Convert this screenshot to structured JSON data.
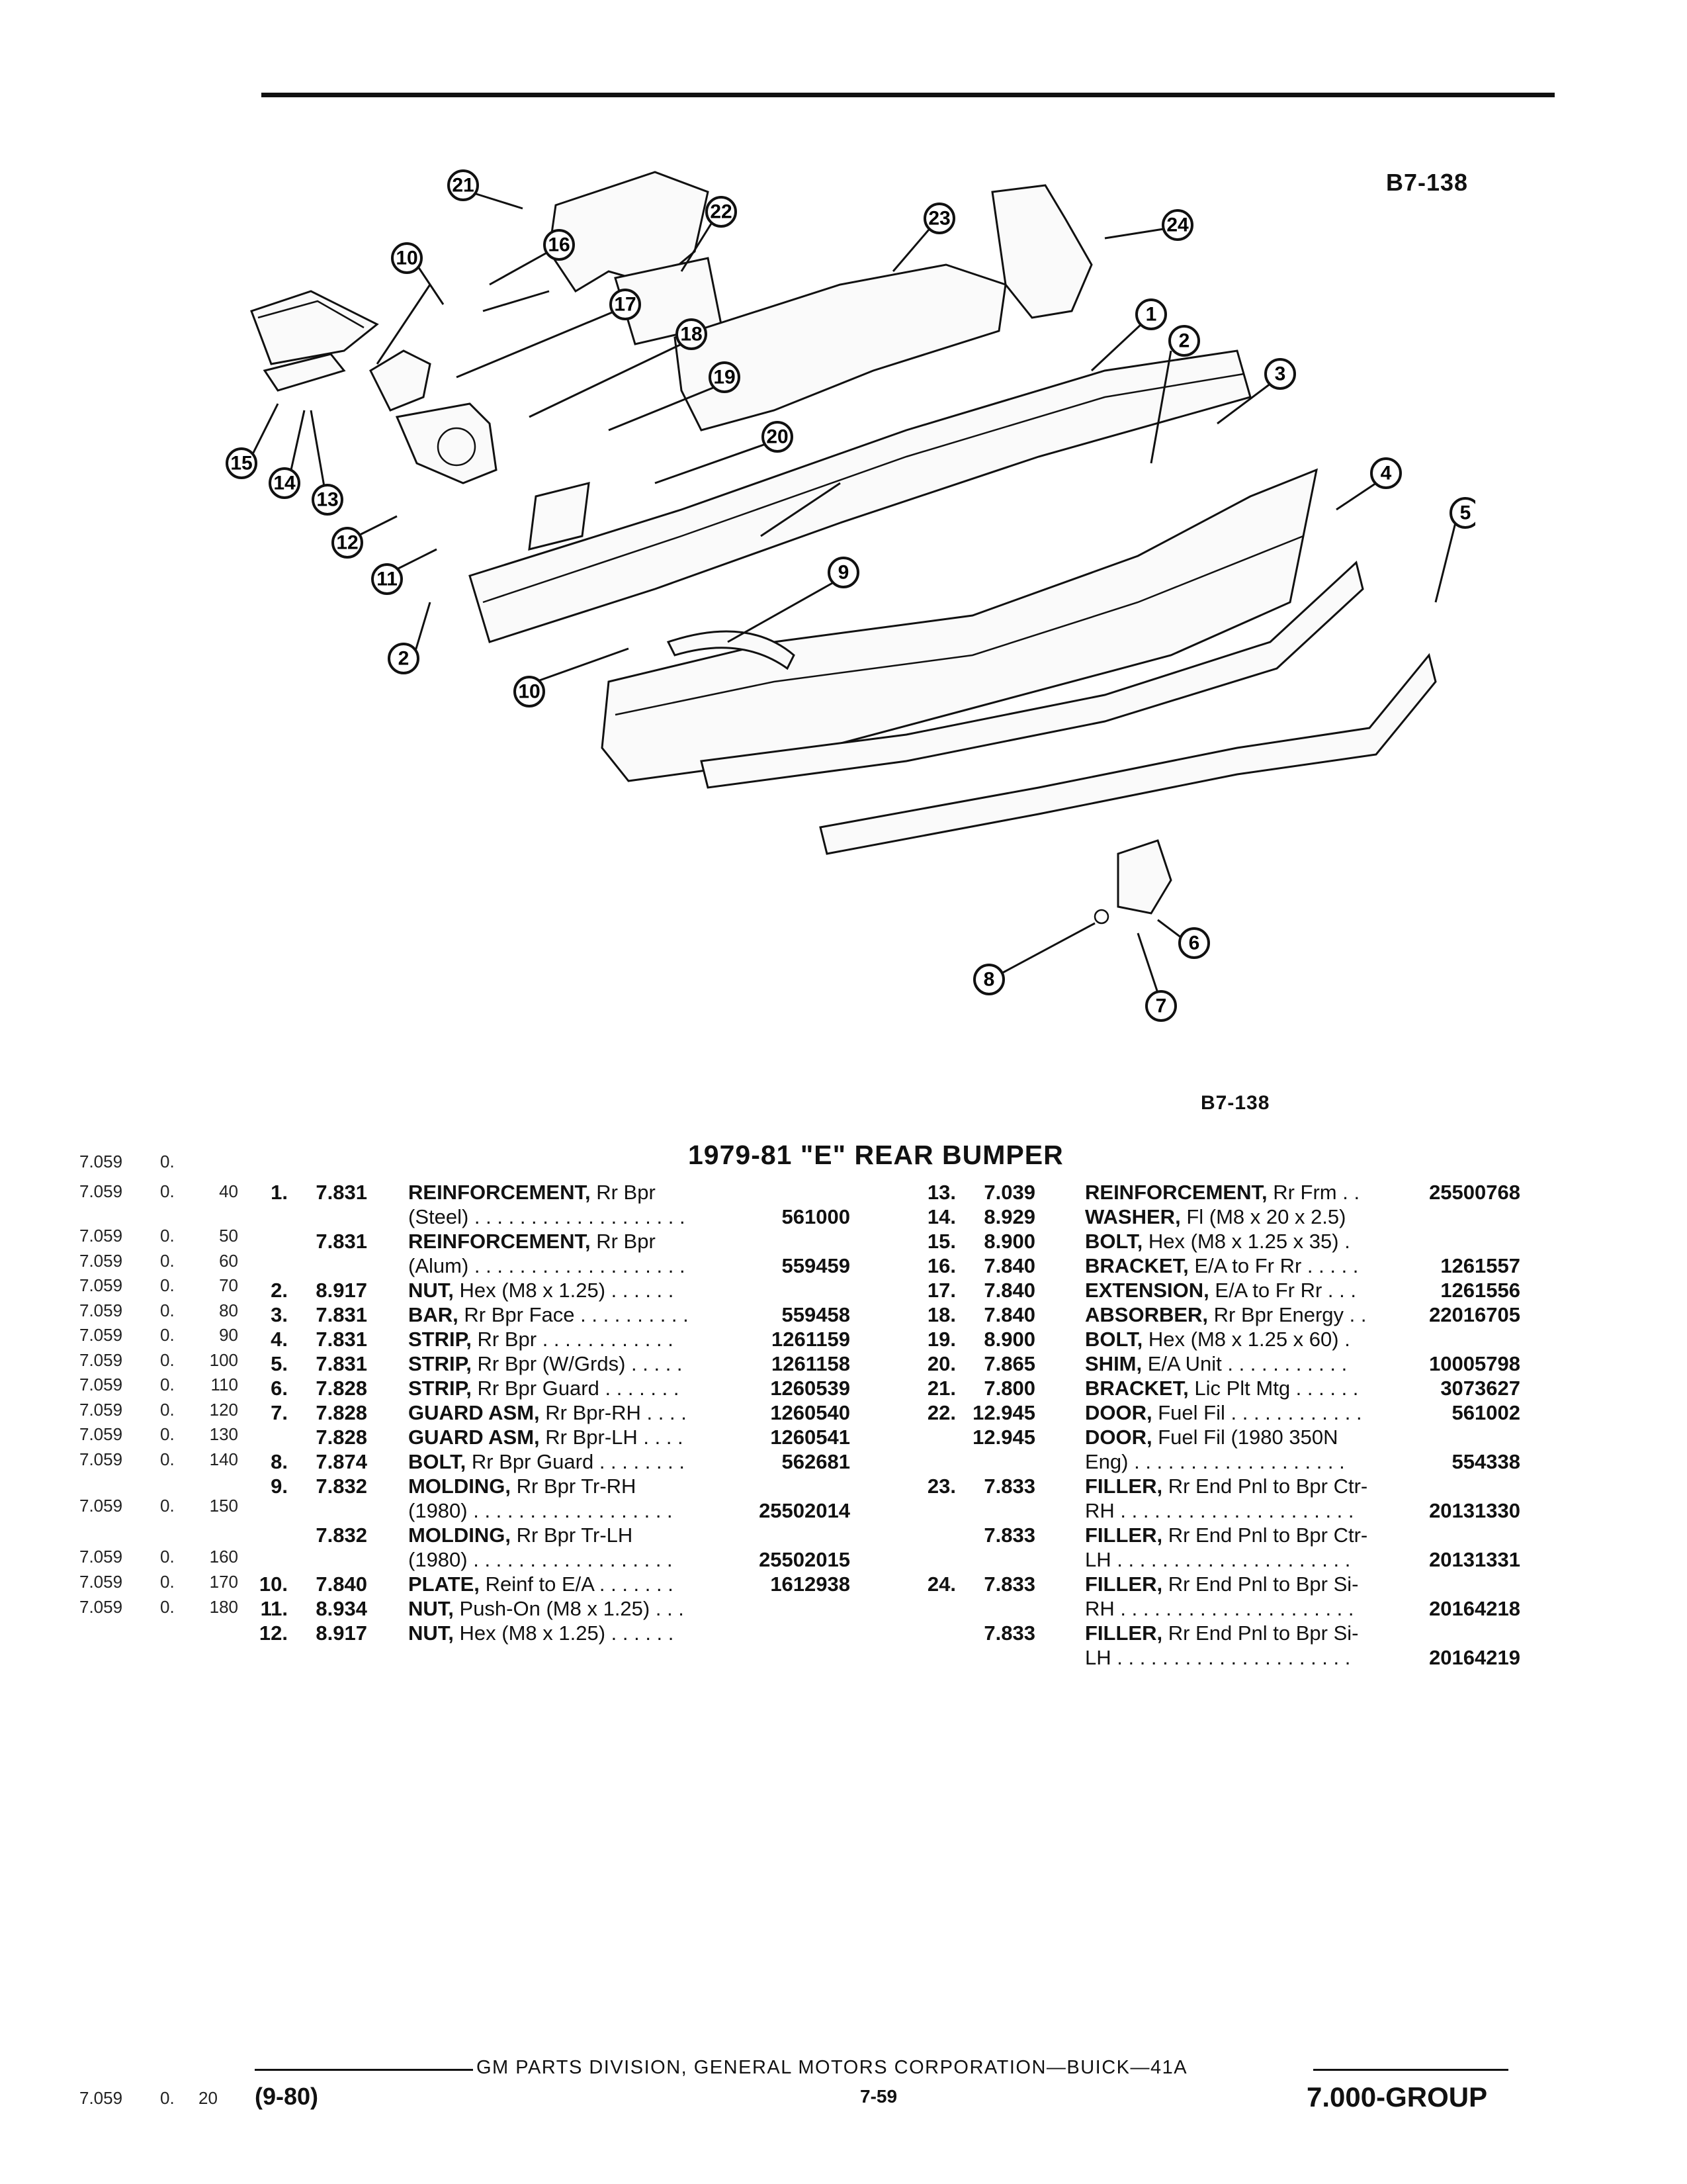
{
  "figure_code": "B7-138",
  "title": "1979-81 \"E\" REAR BUMPER",
  "callouts": [
    "1",
    "2",
    "3",
    "4",
    "5",
    "6",
    "7",
    "8",
    "9",
    "10",
    "11",
    "12",
    "13",
    "14",
    "15",
    "16",
    "17",
    "18",
    "19",
    "20",
    "21",
    "22",
    "23",
    "24"
  ],
  "left_codes": {
    "header": [
      "7.059",
      "0."
    ],
    "rows": [
      [
        "7.059",
        "0.",
        "40"
      ],
      [
        "7.059",
        "0.",
        "50"
      ],
      [
        "7.059",
        "0.",
        "60"
      ],
      [
        "7.059",
        "0.",
        "70"
      ],
      [
        "7.059",
        "0.",
        "80"
      ],
      [
        "7.059",
        "0.",
        "90"
      ],
      [
        "7.059",
        "0.",
        "100"
      ],
      [
        "7.059",
        "0.",
        "110"
      ],
      [
        "7.059",
        "0.",
        "120"
      ],
      [
        "7.059",
        "0.",
        "130"
      ],
      [
        "7.059",
        "0.",
        "140"
      ],
      [
        "7.059",
        "0.",
        "150"
      ],
      [
        "7.059",
        "0.",
        "160"
      ],
      [
        "7.059",
        "0.",
        "170"
      ],
      [
        "7.059",
        "0.",
        "180"
      ]
    ]
  },
  "parts_left": [
    {
      "num": "1.",
      "group": "7.831",
      "name": "REINFORCEMENT,",
      "desc": "Rr Bpr",
      "cont": "(Steel) . . . . . . . . . . . . . . . . . . .",
      "part": "561000"
    },
    {
      "num": "",
      "group": "7.831",
      "name": "REINFORCEMENT,",
      "desc": "Rr Bpr",
      "cont": "(Alum) . . . . . . . . . . . . . . . . . . .",
      "part": "559459"
    },
    {
      "num": "2.",
      "group": "8.917",
      "name": "NUT,",
      "desc": "Hex (M8 x 1.25) . . . . . .",
      "part": ""
    },
    {
      "num": "3.",
      "group": "7.831",
      "name": "BAR,",
      "desc": "Rr Bpr Face . . . . . . . . . .",
      "part": "559458"
    },
    {
      "num": "4.",
      "group": "7.831",
      "name": "STRIP,",
      "desc": "Rr Bpr . . . . . . . . . . . .",
      "part": "1261159"
    },
    {
      "num": "5.",
      "group": "7.831",
      "name": "STRIP,",
      "desc": "Rr Bpr (W/Grds) . . . . .",
      "part": "1261158"
    },
    {
      "num": "6.",
      "group": "7.828",
      "name": "STRIP,",
      "desc": "Rr Bpr Guard . . . . . . .",
      "part": "1260539"
    },
    {
      "num": "7.",
      "group": "7.828",
      "name": "GUARD ASM,",
      "desc": "Rr Bpr-RH . . . .",
      "part": "1260540"
    },
    {
      "num": "",
      "group": "7.828",
      "name": "GUARD ASM,",
      "desc": "Rr Bpr-LH . . . .",
      "part": "1260541"
    },
    {
      "num": "8.",
      "group": "7.874",
      "name": "BOLT,",
      "desc": "Rr Bpr Guard . . . . . . . .",
      "part": "562681"
    },
    {
      "num": "9.",
      "group": "7.832",
      "name": "MOLDING,",
      "desc": "Rr Bpr Tr-RH",
      "cont": "(1980) . . . . . . . . . . . . . . . . . .",
      "part": "25502014"
    },
    {
      "num": "",
      "group": "7.832",
      "name": "MOLDING,",
      "desc": "Rr Bpr Tr-LH",
      "cont": "(1980) . . . . . . . . . . . . . . . . . .",
      "part": "25502015"
    },
    {
      "num": "10.",
      "group": "7.840",
      "name": "PLATE,",
      "desc": "Reinf to E/A . . . . . . .",
      "part": "1612938"
    },
    {
      "num": "11.",
      "group": "8.934",
      "name": "NUT,",
      "desc": "Push-On (M8 x 1.25) . . .",
      "part": ""
    },
    {
      "num": "12.",
      "group": "8.917",
      "name": "NUT,",
      "desc": "Hex (M8 x 1.25) . . . . . .",
      "part": ""
    }
  ],
  "parts_right": [
    {
      "num": "13.",
      "group": "7.039",
      "name": "REINFORCEMENT,",
      "desc": "Rr Frm . .",
      "part": "25500768"
    },
    {
      "num": "14.",
      "group": "8.929",
      "name": "WASHER,",
      "desc": "Fl (M8 x 20 x 2.5)",
      "part": ""
    },
    {
      "num": "15.",
      "group": "8.900",
      "name": "BOLT,",
      "desc": "Hex (M8 x 1.25 x 35) .",
      "part": ""
    },
    {
      "num": "16.",
      "group": "7.840",
      "name": "BRACKET,",
      "desc": "E/A to Fr Rr . . . . .",
      "part": "1261557"
    },
    {
      "num": "17.",
      "group": "7.840",
      "name": "EXTENSION,",
      "desc": "E/A to Fr Rr . . .",
      "part": "1261556"
    },
    {
      "num": "18.",
      "group": "7.840",
      "name": "ABSORBER,",
      "desc": "Rr Bpr Energy . .",
      "part": "22016705"
    },
    {
      "num": "19.",
      "group": "8.900",
      "name": "BOLT,",
      "desc": "Hex (M8 x 1.25 x 60) .",
      "part": ""
    },
    {
      "num": "20.",
      "group": "7.865",
      "name": "SHIM,",
      "desc": "E/A Unit . . . . . . . . . . .",
      "part": "10005798"
    },
    {
      "num": "21.",
      "group": "7.800",
      "name": "BRACKET,",
      "desc": "Lic Plt Mtg . . . . . .",
      "part": "3073627"
    },
    {
      "num": "22.",
      "group": "12.945",
      "name": "DOOR,",
      "desc": "Fuel Fil . . . . . . . . . . . .",
      "part": "561002"
    },
    {
      "num": "",
      "group": "12.945",
      "name": "DOOR,",
      "desc": "Fuel Fil (1980 350N",
      "cont": "Eng) . . . . . . . . . . . . . . . . . . .",
      "part": "554338"
    },
    {
      "num": "23.",
      "group": "7.833",
      "name": "FILLER,",
      "desc": "Rr End Pnl to Bpr Ctr-",
      "cont": "RH . . . . . . . . . . . . . . . . . . . . .",
      "part": "20131330"
    },
    {
      "num": "",
      "group": "7.833",
      "name": "FILLER,",
      "desc": "Rr End Pnl to Bpr Ctr-",
      "cont": "LH . . . . . . . . . . . . . . . . . . . . .",
      "part": "20131331"
    },
    {
      "num": "24.",
      "group": "7.833",
      "name": "FILLER,",
      "desc": "Rr End Pnl to Bpr Si-",
      "cont": "RH . . . . . . . . . . . . . . . . . . . . .",
      "part": "20164218"
    },
    {
      "num": "",
      "group": "7.833",
      "name": "FILLER,",
      "desc": "Rr End Pnl to Bpr Si-",
      "cont": "LH . . . . . . . . . . . . . . . . . . . . .",
      "part": "20164219"
    }
  ],
  "footer": {
    "center": "GM PARTS DIVISION, GENERAL MOTORS CORPORATION—BUICK—41A",
    "page": "7-59",
    "date": "(9-80)",
    "group": "7.000-GROUP",
    "codes": [
      "7.059",
      "0.",
      "20"
    ]
  }
}
